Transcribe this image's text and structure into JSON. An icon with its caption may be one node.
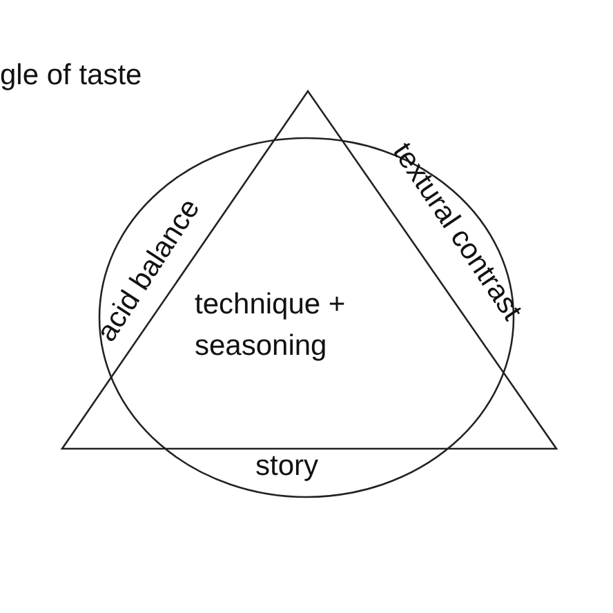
{
  "diagram": {
    "title": "gle of taste",
    "labels": [
      "acid balance",
      "textural contrast",
      "technique + seasoning",
      "story"
    ]
  }
}
